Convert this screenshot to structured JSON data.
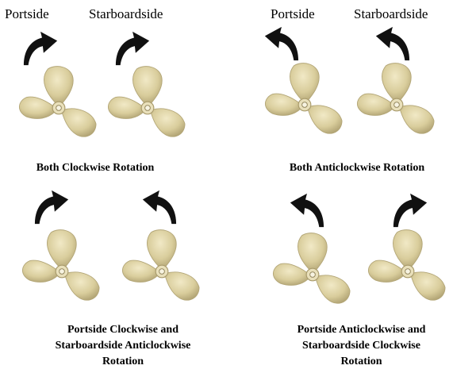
{
  "labels": {
    "left_portside": "Portside",
    "left_starboardside": "Starboardside",
    "right_portside": "Portside",
    "right_starboardside": "Starboardside"
  },
  "captions": {
    "top_left": "Both Clockwise Rotation",
    "top_right": "Both Anticlockwise Rotation",
    "bottom_left_1": "Portside Clockwise and",
    "bottom_left_2": "Starboardside Anticlockwise",
    "bottom_left_3": "Rotation",
    "bottom_right_1": "Portside Anticlockwise and",
    "bottom_right_2": "Starboardside Clockwise",
    "bottom_right_3": "Rotation"
  },
  "icons": {
    "propeller": "propeller-icon",
    "arrow_clockwise": "curved-arrow-right-icon",
    "arrow_anticlockwise": "curved-arrow-left-icon"
  },
  "colors": {
    "propeller_fill": "#d9cd9c",
    "propeller_shade": "#b3a677",
    "arrow": "#111111"
  }
}
